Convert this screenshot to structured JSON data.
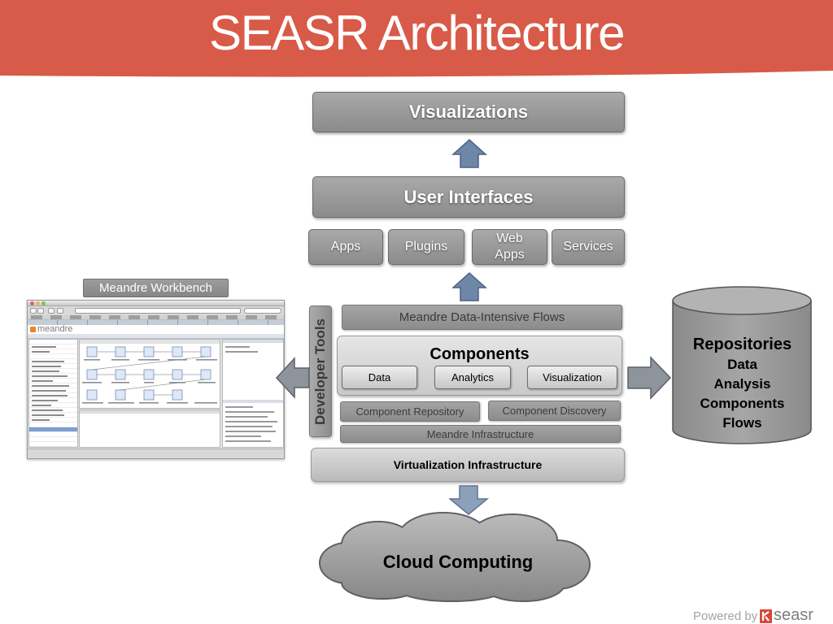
{
  "slide": {
    "title": "SEASR Architecture",
    "footer": {
      "powered_by": "Powered by",
      "logo_text": "seasr"
    }
  },
  "colors": {
    "header": "#d85a48",
    "arrow_up": "#6f87a6",
    "arrow_down": "#8da0ba",
    "arrow_side": "#8e949b",
    "logo_red": "#d6483a"
  },
  "stack": {
    "visualizations": "Visualizations",
    "user_interfaces": "User Interfaces",
    "ui_items": [
      "Apps",
      "Plugins",
      "Web Apps",
      "Services"
    ],
    "meandre_flows": "Meandre Data-Intensive Flows",
    "components": {
      "title": "Components",
      "items": [
        "Data",
        "Analytics",
        "Visualization"
      ]
    },
    "component_repository": "Component Repository",
    "component_discovery": "Component Discovery",
    "meandre_infrastructure": "Meandre Infrastructure",
    "virtualization": "Virtualization Infrastructure",
    "cloud": "Cloud Computing"
  },
  "developer_tools": {
    "label": "Developer Tools",
    "workbench_label": "Meandre Workbench",
    "workbench_logo": "meandre"
  },
  "repositories": {
    "title": "Repositories",
    "items": [
      "Data",
      "Analysis",
      "Components",
      "Flows"
    ]
  }
}
